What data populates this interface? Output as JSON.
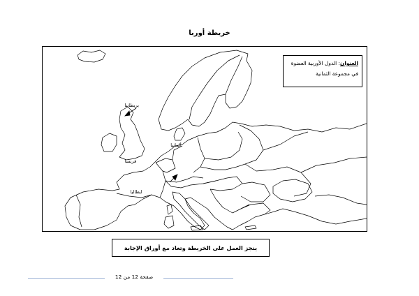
{
  "page": {
    "title": "خريطة أوربا",
    "page_number": "صفحة 12 من 12"
  },
  "legend": {
    "label": "العنوان",
    "text_line1": ": الدول الأوربية العضوة",
    "text_line2": "في مجموعة الثمانية"
  },
  "instruction": {
    "text": "ينجز العمل على الخريطة وتعاد مع أوراق الإجابة"
  },
  "map": {
    "stroke_color": "#000000",
    "countries": [
      {
        "name": "britain",
        "label": "بريطانيا"
      },
      {
        "name": "germany",
        "label": "ألمانيا"
      },
      {
        "name": "france",
        "label": "فرنسا"
      },
      {
        "name": "italy",
        "label": "ايطاليا"
      }
    ]
  }
}
